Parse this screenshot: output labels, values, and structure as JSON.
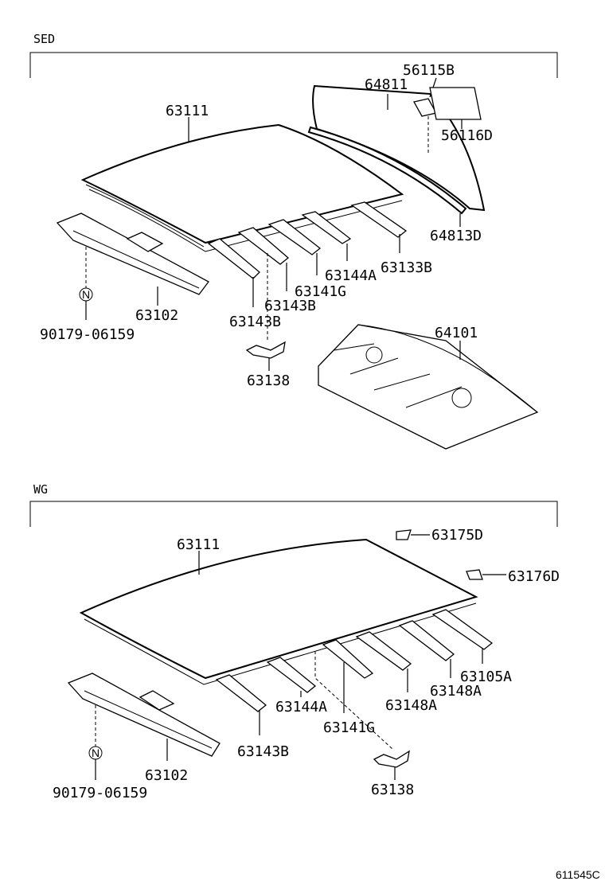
{
  "sections": {
    "sed": "SED",
    "wg": "WG"
  },
  "sed_parts": {
    "p56115b": "56115B",
    "p64811": "64811",
    "p63111": "63111",
    "p56116d": "56116D",
    "p64813d": "64813D",
    "p63133b": "63133B",
    "p63144a": "63144A",
    "p63141g": "63141G",
    "p63143b_1": "63143B",
    "p63143b_2": "63143B",
    "p63102": "63102",
    "p90179": "90179-06159",
    "p64101": "64101",
    "p63138": "63138",
    "note_n": "N"
  },
  "wg_parts": {
    "p63111": "63111",
    "p63175d": "63175D",
    "p63176d": "63176D",
    "p63105a": "63105A",
    "p63148a_1": "63148A",
    "p63148a_2": "63148A",
    "p63144a": "63144A",
    "p63141g": "63141G",
    "p63143b": "63143B",
    "p63102": "63102",
    "p90179": "90179-06159",
    "p63138": "63138",
    "note_n": "N"
  },
  "diagram_code": "611545C"
}
